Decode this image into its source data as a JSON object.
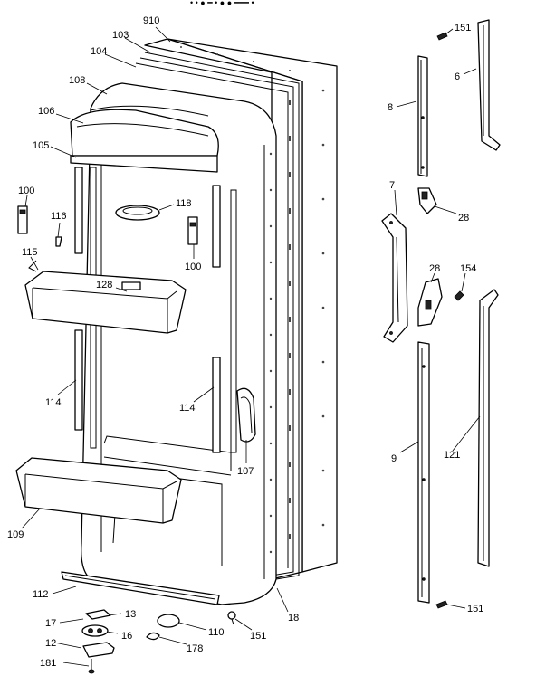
{
  "header_text": "• • ● ━  •  ●  ● ━━━  •",
  "callouts": {
    "c910": "910",
    "c103": "103",
    "c104": "104",
    "c108": "108",
    "c106": "106",
    "c105": "105",
    "c100a": "100",
    "c116": "116",
    "c118": "118",
    "c100b": "100",
    "c115": "115",
    "c128": "128",
    "c114a": "114",
    "c114b": "114",
    "c107": "107",
    "c109": "109",
    "c112": "112",
    "c17": "17",
    "c13": "13",
    "c16": "16",
    "c12": "12",
    "c181": "181",
    "c178": "178",
    "c110": "110",
    "c151a": "151",
    "c18": "18",
    "c151top": "151",
    "c6": "6",
    "c8": "8",
    "c7": "7",
    "c28a": "28",
    "c28b": "28",
    "c154": "154",
    "c9": "9",
    "c121": "121",
    "c151bot": "151"
  }
}
